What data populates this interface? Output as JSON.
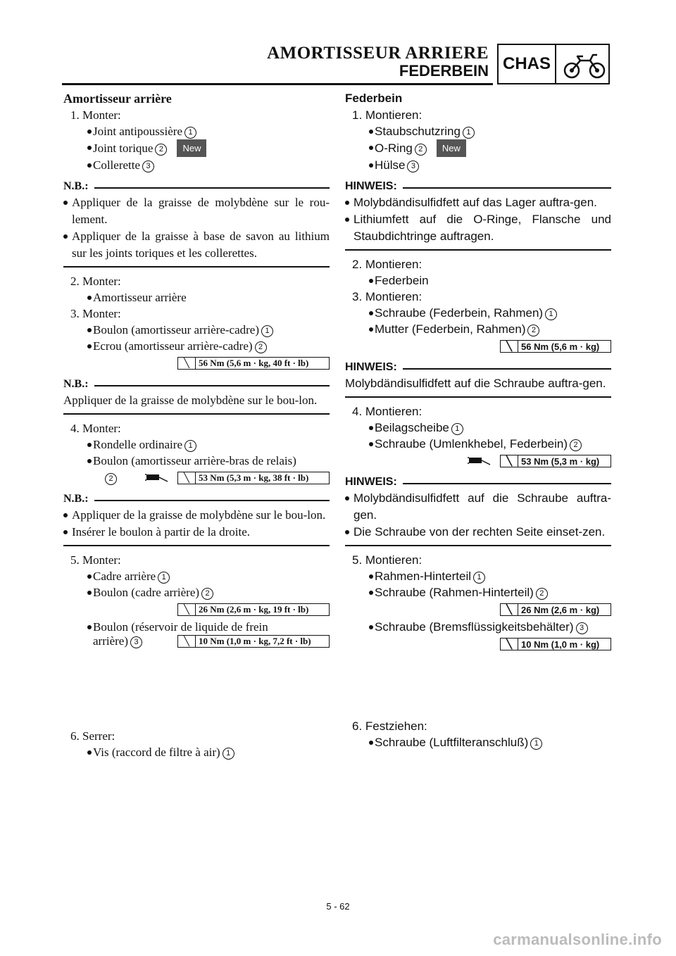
{
  "header": {
    "title_fr": "AMORTISSEUR ARRIERE",
    "title_de": "FEDERBEIN",
    "section": "CHAS",
    "section_icon": "motorcycle-icon"
  },
  "fr": {
    "title": "Amortisseur arrière",
    "s1": "1. Monter:",
    "s1_i1": "Joint antipoussière",
    "s1_i2": "Joint torique",
    "s1_i3": "Collerette",
    "new": "New",
    "nb": "N.B.:",
    "n1_a": "Appliquer de la graisse de molybdène sur le rou-lement.",
    "n1_b": "Appliquer de la graisse à base de savon au lithium sur les joints toriques et les collerettes.",
    "s2": "2. Monter:",
    "s2_i1": "Amortisseur arrière",
    "s3": "3. Monter:",
    "s3_i1": "Boulon (amortisseur arrière-cadre)",
    "s3_i2": "Ecrou (amortisseur arrière-cadre)",
    "t1": "56 Nm (5,6 m · kg, 40 ft · lb)",
    "n2": "Appliquer de la graisse de molybdène sur le bou-lon.",
    "s4": "4. Monter:",
    "s4_i1": "Rondelle ordinaire",
    "s4_i2": "Boulon (amortisseur arrière-bras de relais)",
    "t2": "53 Nm (5,3 m · kg, 38 ft · lb)",
    "n3_a": "Appliquer de la graisse de molybdène sur le bou-lon.",
    "n3_b": "Insérer le boulon à partir de la droite.",
    "s5": "5. Monter:",
    "s5_i1": "Cadre arrière",
    "s5_i2": "Boulon (cadre arrière)",
    "t3": "26 Nm (2,6 m · kg, 19 ft · lb)",
    "s5_i3a": "Boulon (réservoir de liquide de frein",
    "s5_i3b": "arrière)",
    "t4": "10 Nm (1,0 m · kg, 7,2 ft · lb)",
    "s6": "6. Serrer:",
    "s6_i1": "Vis (raccord de filtre à air)"
  },
  "de": {
    "title": "Federbein",
    "s1": "1. Montieren:",
    "s1_i1": "Staubschutzring",
    "s1_i2": "O-Ring",
    "s1_i3": "Hülse",
    "new": "New",
    "nb": "HINWEIS:",
    "n1_a": "Molybdändisulfidfett auf das Lager auftra-gen.",
    "n1_b": "Lithiumfett auf die O-Ringe, Flansche und Staubdichtringe auftragen.",
    "s2": "2. Montieren:",
    "s2_i1": "Federbein",
    "s3": "3. Montieren:",
    "s3_i1": "Schraube (Federbein, Rahmen)",
    "s3_i2": "Mutter (Federbein, Rahmen)",
    "t1": "56 Nm (5,6 m · kg)",
    "n2": "Molybdändisulfidfett auf die Schraube auftra-gen.",
    "s4": "4. Montieren:",
    "s4_i1": "Beilagscheibe",
    "s4_i2": "Schraube (Umlenkhebel, Federbein)",
    "t2": "53 Nm (5,3 m · kg)",
    "n3_a": "Molybdändisulfidfett auf die Schraube auftra-gen.",
    "n3_b": "Die Schraube von der rechten Seite einset-zen.",
    "s5": "5. Montieren:",
    "s5_i1": "Rahmen-Hinterteil",
    "s5_i2": "Schraube (Rahmen-Hinterteil)",
    "t3": "26 Nm (2,6 m · kg)",
    "s5_i3": "Schraube (Bremsflüssigkeitsbehälter)",
    "t4": "10 Nm (1,0 m · kg)",
    "s6": "6. Festziehen:",
    "s6_i1": "Schraube (Luftfilteranschluß)"
  },
  "refs": {
    "r1": "1",
    "r2": "2",
    "r3": "3"
  },
  "footer": {
    "page": "5 - 62",
    "watermark": "carmanualsonline.info"
  }
}
